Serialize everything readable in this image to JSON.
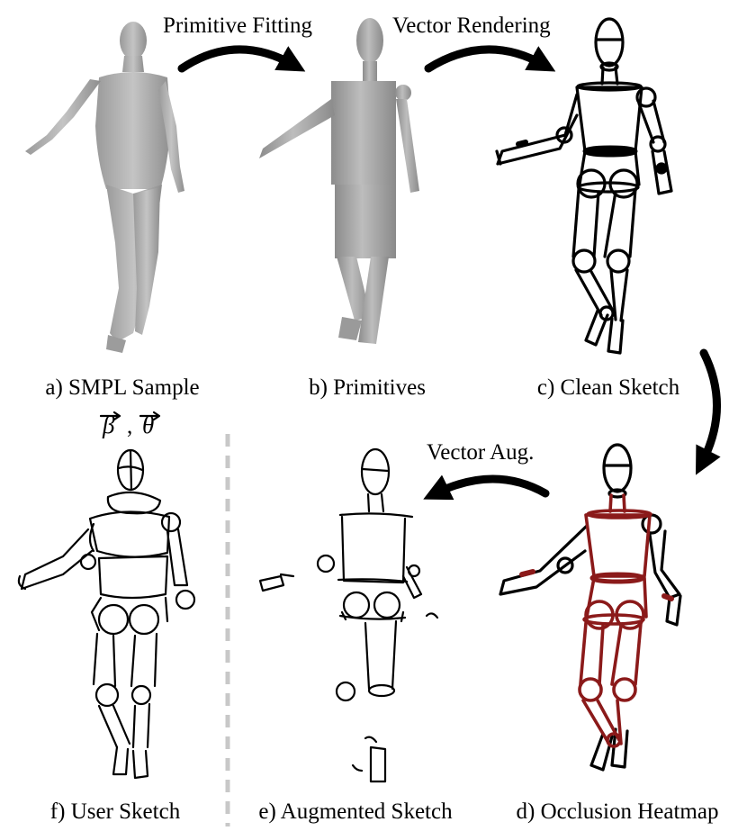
{
  "figure": {
    "arrows": {
      "primitive_fitting": "Primitive Fitting",
      "vector_rendering": "Vector Rendering",
      "vector_aug": "Vector Aug."
    },
    "panels": {
      "a": "a) SMPL Sample",
      "b": "b) Primitives",
      "c": "c) Clean Sketch",
      "d": "d) Occlusion Heatmap",
      "e": "e) Augmented Sketch",
      "f": "f) User Sketch"
    },
    "params": {
      "beta": "β",
      "comma": ",",
      "theta": "θ"
    }
  },
  "colors": {
    "mesh_fill": "#b5b5b5",
    "primitive_fill": "#a8a8a8",
    "ink": "#000000",
    "heat": "#8b1a1a",
    "divider": "#c8c8c8"
  }
}
